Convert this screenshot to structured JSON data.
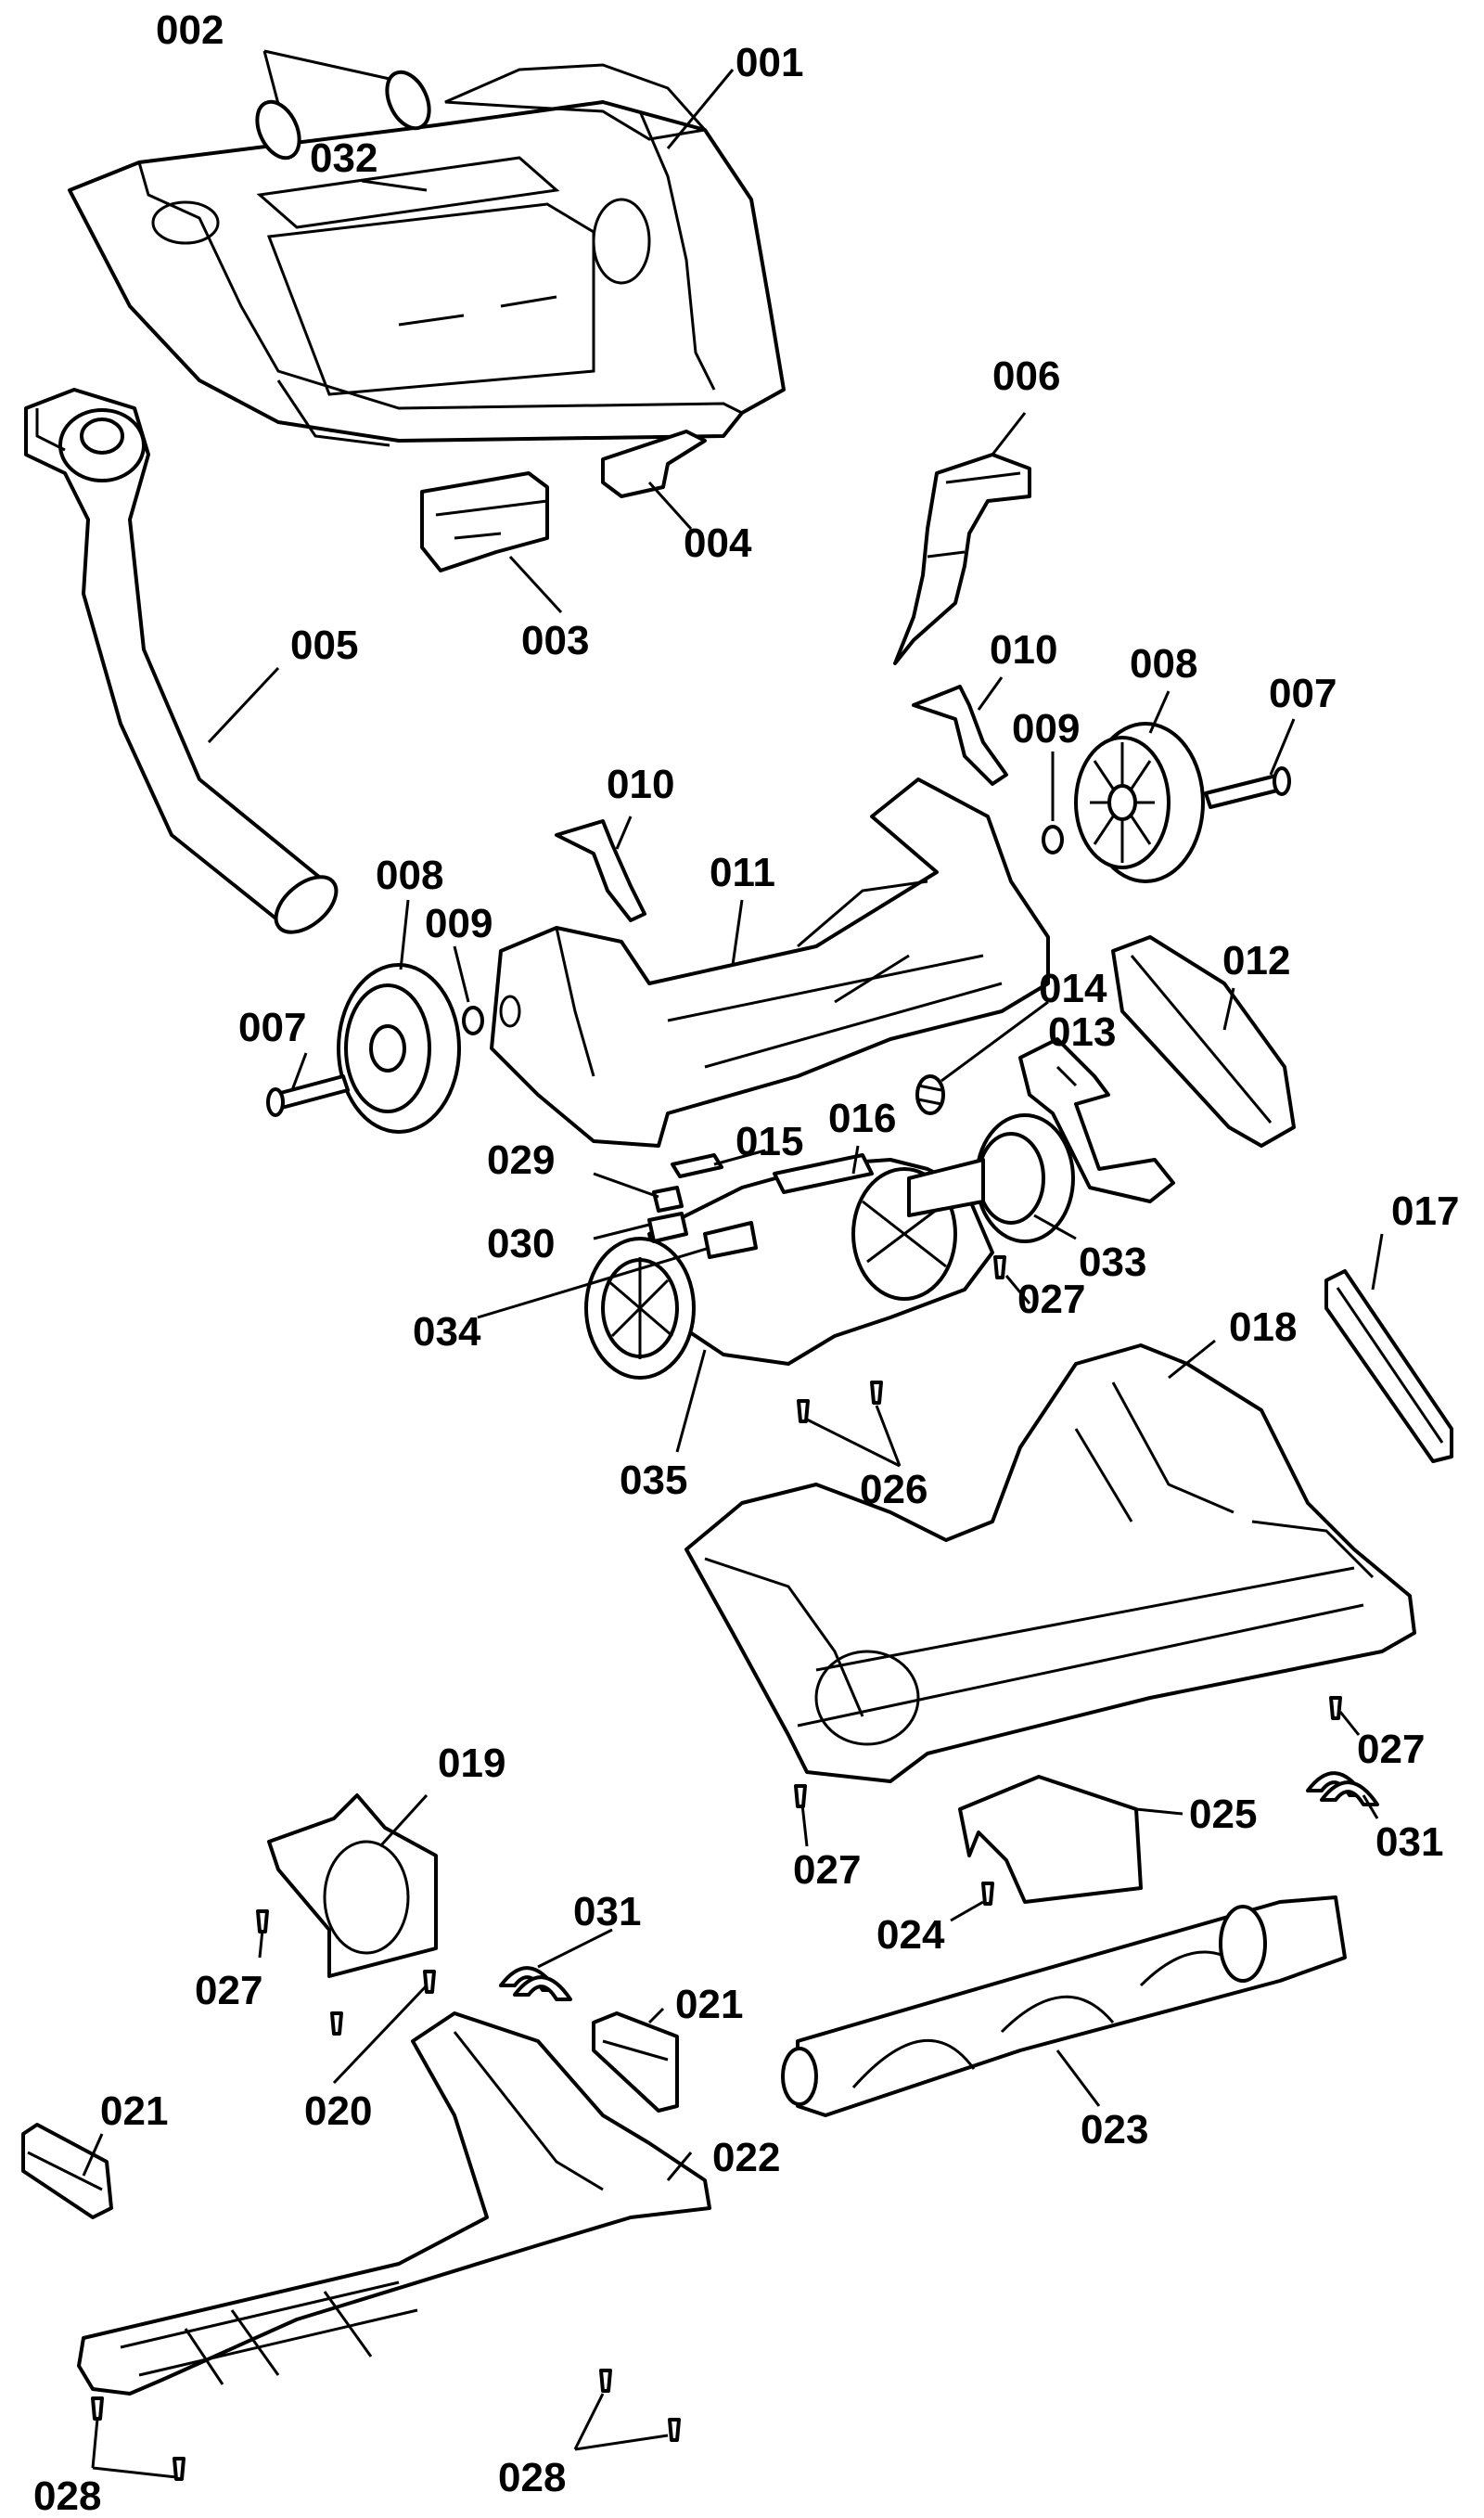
{
  "diagram": {
    "labels": {
      "l001": "001",
      "l002": "002",
      "l032": "032",
      "l006": "006",
      "l004": "004",
      "l003": "003",
      "l005": "005",
      "l010a": "010",
      "l008a": "008",
      "l007a": "007",
      "l009a": "009",
      "l010b": "010",
      "l011": "011",
      "l008b": "008",
      "l009b": "009",
      "l007b": "007",
      "l012": "012",
      "l014": "014",
      "l013": "013",
      "l016": "016",
      "l015": "015",
      "l029": "029",
      "l030": "030",
      "l034": "034",
      "l033": "033",
      "l027a": "027",
      "l017": "017",
      "l018": "018",
      "l035": "035",
      "l026": "026",
      "l027b": "027",
      "l019": "019",
      "l025": "025",
      "l027c": "027",
      "l031a": "031",
      "l024": "024",
      "l031b": "031",
      "l027d": "027",
      "l021a": "021",
      "l020": "020",
      "l021b": "021",
      "l022": "022",
      "l023": "023",
      "l028a": "028",
      "l028b": "028"
    }
  }
}
